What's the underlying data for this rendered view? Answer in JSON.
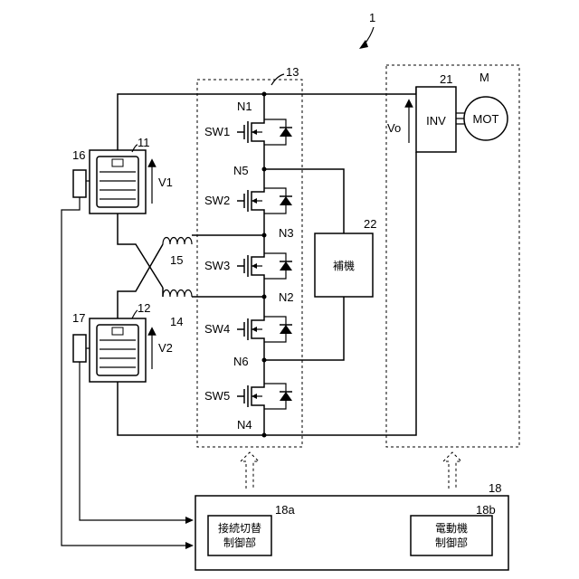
{
  "figure": {
    "number": "1",
    "motor_label": "M",
    "motor_text": "MOT",
    "inverter_text": "INV",
    "inverter_ref": "21",
    "converter_ref": "13",
    "battery1_ref": "11",
    "battery2_ref": "12",
    "sensor1_ref": "16",
    "sensor2_ref": "17",
    "reactor1_ref": "15",
    "reactor2_ref": "14",
    "aux_ref": "22",
    "aux_text": "補機",
    "voltage1": "V1",
    "voltage2": "V2",
    "output_voltage": "Vo",
    "controller_ref": "18",
    "controller_a_ref": "18a",
    "controller_b_ref": "18b",
    "controller_a_line1": "接続切替",
    "controller_a_line2": "制御部",
    "controller_b_line1": "電動機",
    "controller_b_line2": "制御部"
  },
  "nodes": [
    "N1",
    "N5",
    "N3",
    "N2",
    "N6",
    "N4"
  ],
  "switches": [
    "SW1",
    "SW2",
    "SW3",
    "SW4",
    "SW5"
  ]
}
